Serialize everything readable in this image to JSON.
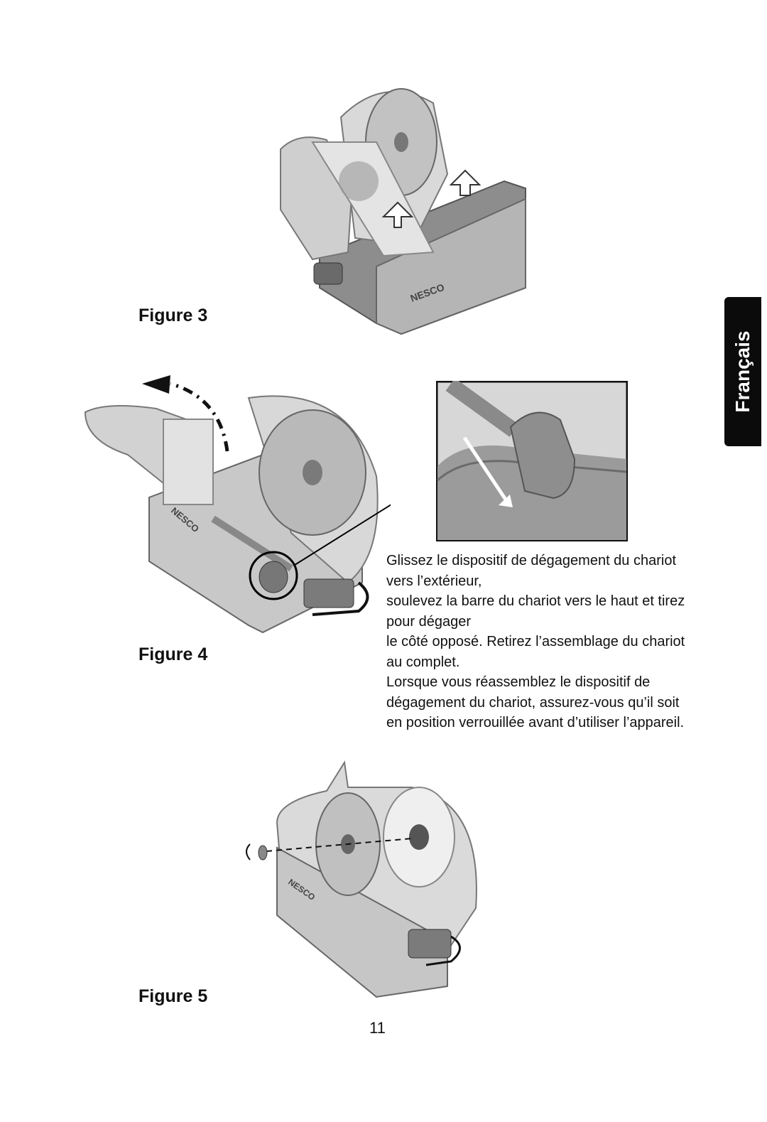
{
  "side_tab": {
    "label": "Français"
  },
  "figures": [
    {
      "label": "Figure 3"
    },
    {
      "label": "Figure 4"
    },
    {
      "label": "Figure 5"
    }
  ],
  "instructions": [
    "Glissez le dispositif de dégagement du chariot vers l’extérieur,",
    "soulevez la barre du chariot vers le haut et tirez pour dégager",
    "le côté opposé. Retirez l’assemblage du chariot au complet.",
    "Lorsque vous réassemblez le dispositif de dégagement du chariot, assurez-vous qu’il soit en position verrouillée avant d’utiliser l’appareil."
  ],
  "brand_mark": "NESCO",
  "page_number": "11"
}
